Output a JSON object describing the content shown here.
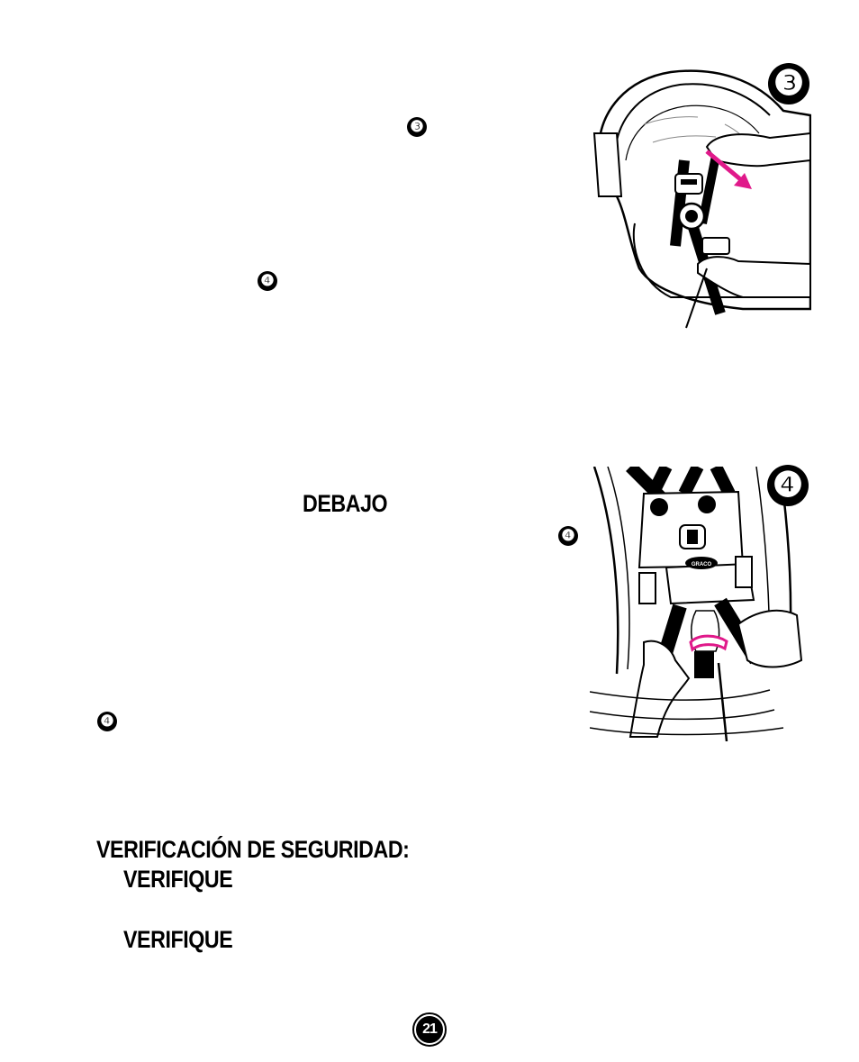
{
  "step_markers": {
    "fig3_badge": "❸",
    "fig4_badge": "❹",
    "inline_3": "❸",
    "inline_4_top": "❹",
    "inline_4_mid": "❹",
    "inline_4_bottom": "❹"
  },
  "text": {
    "debajo": "DEBAJO",
    "safety_check": "VERIFICACIÓN DE SEGURIDAD:",
    "verify_1": "VERIFIQUE",
    "verify_2": "VERIFIQUE"
  },
  "figure4": {
    "logo": "GRACO"
  },
  "page_number": "21",
  "colors": {
    "accent": "#e0198a"
  }
}
